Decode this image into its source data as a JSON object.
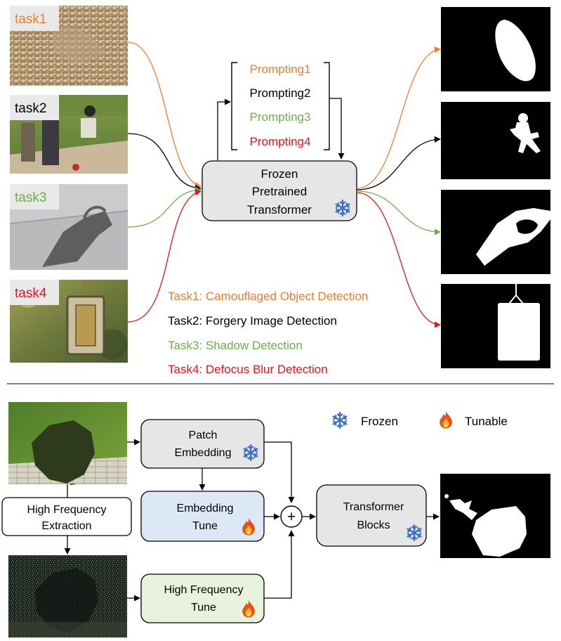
{
  "tasks": [
    {
      "tag": "task1",
      "color": "#ed7d31"
    },
    {
      "tag": "task2",
      "color": "#000000"
    },
    {
      "tag": "task3",
      "color": "#70ad47"
    },
    {
      "tag": "task4",
      "color": "#e8141c"
    }
  ],
  "prompts": [
    {
      "label": "Prompting1",
      "color": "#ed7d31"
    },
    {
      "label": "Prompting2",
      "color": "#000000"
    },
    {
      "label": "Prompting3",
      "color": "#70ad47"
    },
    {
      "label": "Prompting4",
      "color": "#e8141c"
    }
  ],
  "frozen_model": {
    "line1": "Frozen",
    "line2": "Pretrained",
    "line3": "Transformer"
  },
  "task_legend": [
    {
      "text": "Task1: Camouflaged Object Detection",
      "color": "#ed7d31"
    },
    {
      "text": "Task2: Forgery Image Detection",
      "color": "#000000"
    },
    {
      "text": "Task3: Shadow Detection",
      "color": "#70ad47"
    },
    {
      "text": "Task4: Defocus Blur Detection",
      "color": "#e8141c"
    }
  ],
  "bottom": {
    "legend_frozen": "Frozen",
    "legend_tunable": "Tunable",
    "hf_extraction": {
      "line1": "High Frequency",
      "line2": "Extraction"
    },
    "patch_embedding": {
      "line1": "Patch",
      "line2": "Embedding"
    },
    "embedding_tune": {
      "line1": "Embedding",
      "line2": "Tune"
    },
    "hf_tune": {
      "line1": "High Frequency",
      "line2": "Tune"
    },
    "transformer_blocks": {
      "line1": "Transformer",
      "line2": "Blocks"
    },
    "plus_symbol": "+"
  },
  "colors": {
    "frozen_box": "#e6e6e6",
    "embedding_tune_box": "#dce8f5",
    "hf_tune_box": "#e8f3de",
    "snowflake": "#3d6fc6",
    "flame": "#f07a1a"
  },
  "icons": [
    "snowflake-icon",
    "flame-icon",
    "plus-circle-icon"
  ]
}
